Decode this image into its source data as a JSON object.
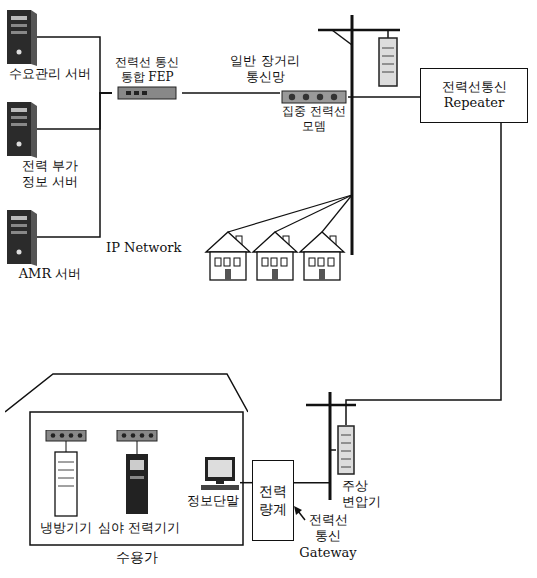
{
  "diagram": {
    "nodes": [
      {
        "text": [
          "수요관리 서버"
        ]
      },
      {
        "text": [
          "전력 부가 정보 서버"
        ]
      },
      {
        "text": [
          "AMR 서버"
        ]
      },
      {
        "text": [
          "전력선 통신 통합 FEP"
        ]
      },
      {
        "text": [
          "집중 전력선 모뎀"
        ]
      },
      {
        "text": [
          "전력선통신 Repeater"
        ]
      },
      {
        "text": [
          "수용가"
        ]
      },
      {
        "text": [
          "냉방기기"
        ],
        "in": 6
      },
      {
        "text": [
          "심야 전력기기"
        ],
        "in": 6
      },
      {
        "text": [
          "정보단말"
        ],
        "in": 6
      },
      {
        "text": [
          "전력량계"
        ]
      },
      {
        "text": [
          "주상 변압기"
        ]
      }
    ],
    "edges": [
      {
        "from": 0,
        "to": 3,
        "arrow": "none"
      },
      {
        "from": 1,
        "to": 3,
        "arrow": "none"
      },
      {
        "from": 2,
        "to": 3,
        "arrow": "none"
      },
      {
        "from": 3,
        "to": 4,
        "label": "일반 장거리 통신망",
        "arrow": "none"
      },
      {
        "from": 4,
        "to": 5,
        "arrow": "none"
      },
      {
        "from": 5,
        "to": 11,
        "arrow": "none"
      },
      {
        "from": 10,
        "to": 11,
        "arrow": "none"
      },
      {
        "from": 10,
        "to": 9,
        "arrow": "none"
      }
    ],
    "labels": [
      "IP Network",
      "전력선 통신 Gateway"
    ]
  }
}
